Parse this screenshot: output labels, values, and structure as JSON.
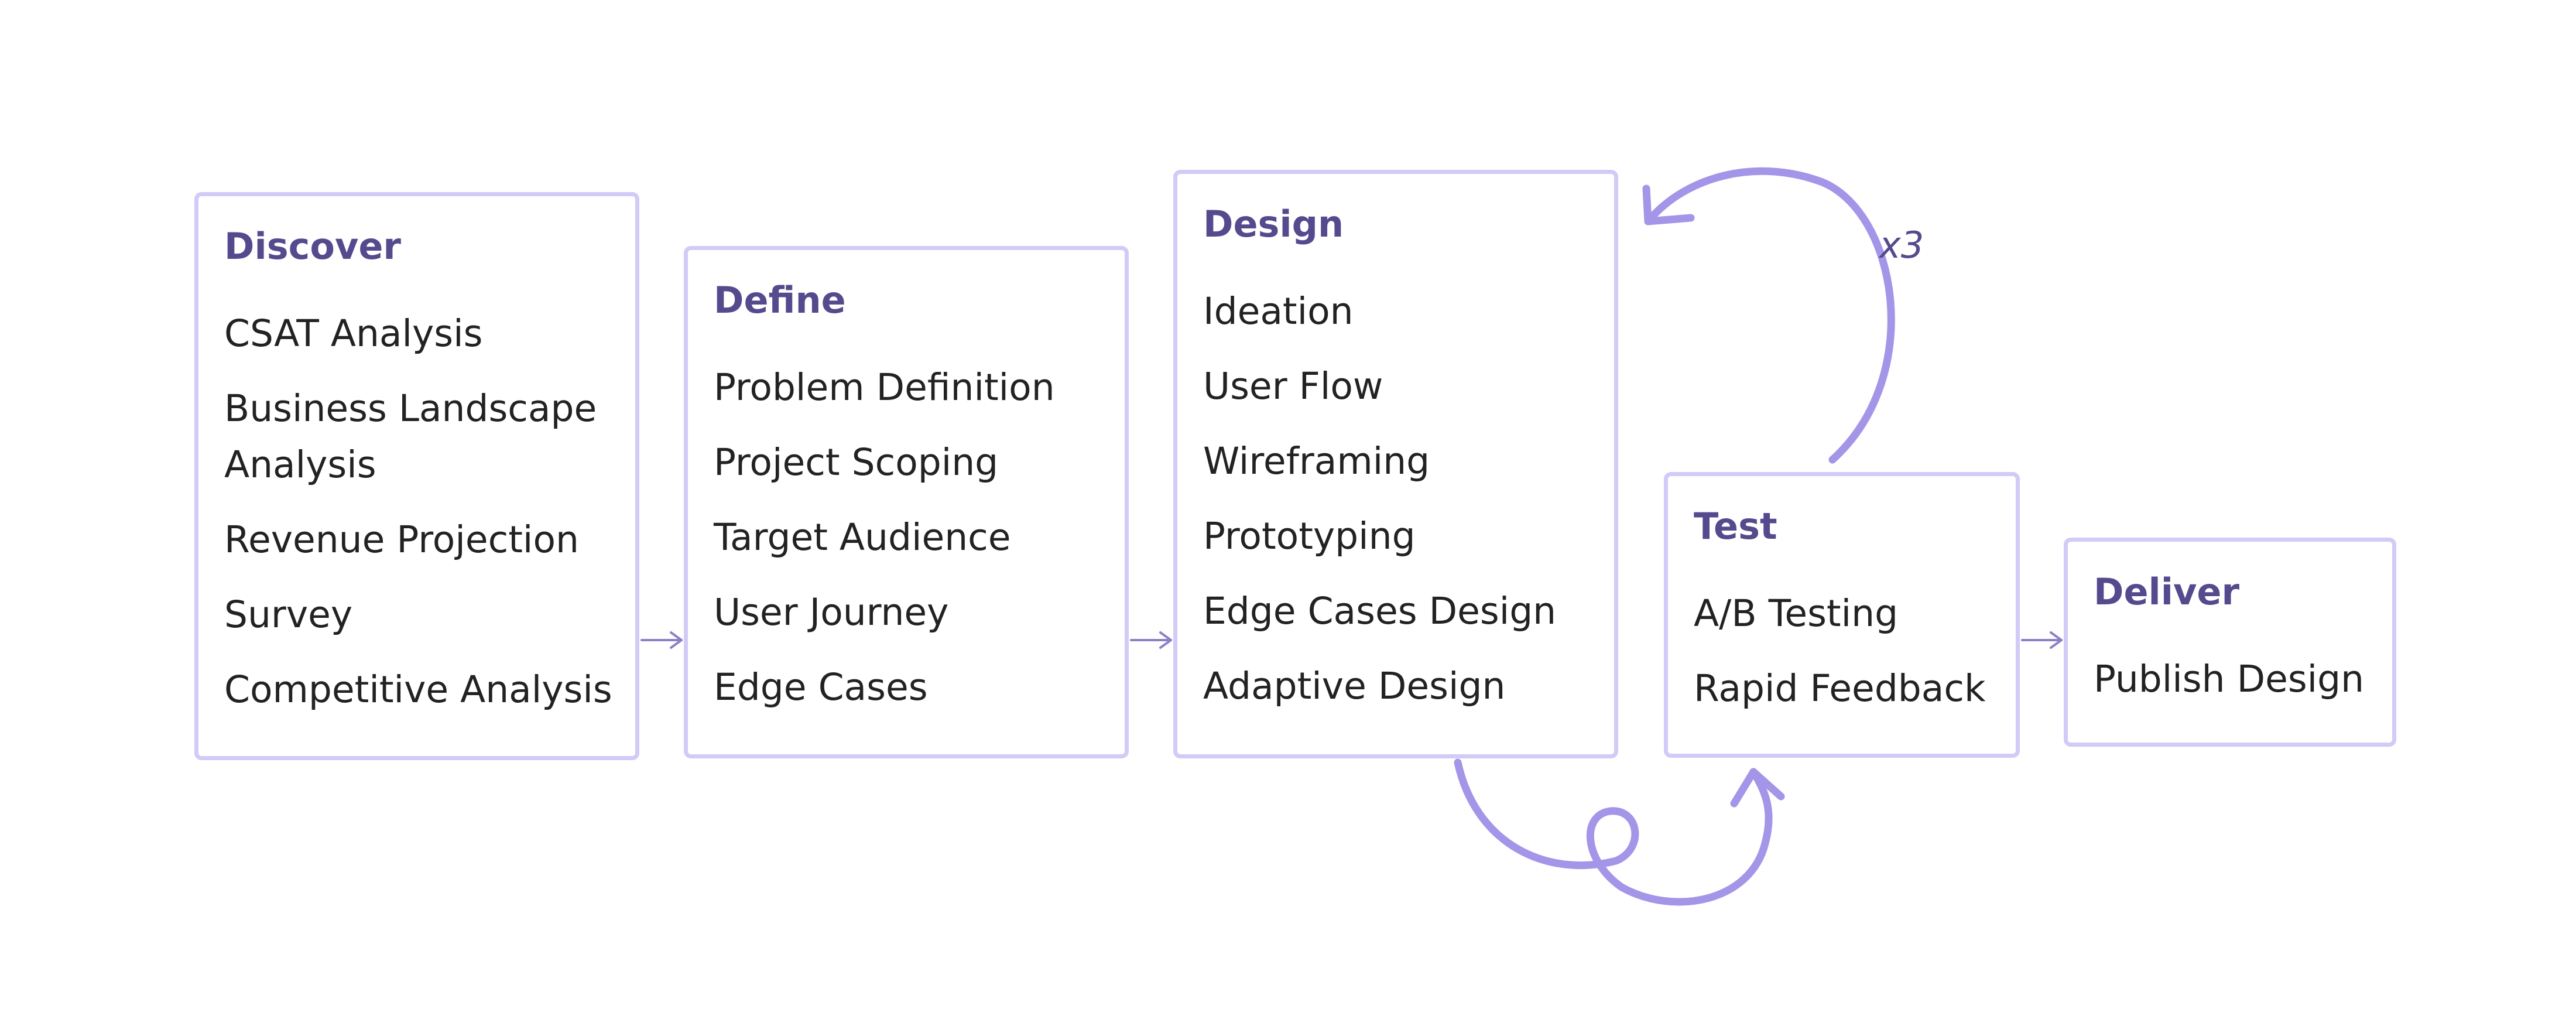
{
  "stages": [
    {
      "title": "Discover",
      "items": [
        "CSAT Analysis",
        "Business Landscape Analysis",
        "Revenue Projection",
        "Survey",
        "Competitive Analysis"
      ]
    },
    {
      "title": "Define",
      "items": [
        "Problem Definition",
        "Project Scoping",
        "Target Audience",
        "User Journey",
        "Edge Cases"
      ]
    },
    {
      "title": "Design",
      "items": [
        "Ideation",
        "User Flow",
        "Wireframing",
        "Prototyping",
        "Edge Cases Design",
        "Adaptive Design"
      ]
    },
    {
      "title": "Test",
      "items": [
        "A/B Testing",
        "Rapid Feedback"
      ]
    },
    {
      "title": "Deliver",
      "items": [
        "Publish Design"
      ]
    }
  ],
  "loop_label": "x3",
  "colors": {
    "box_border": "#d2caf7",
    "heading": "#554a8d",
    "text": "#222222",
    "loop_arrow": "#a495e8",
    "connector": "#8a80c8"
  }
}
